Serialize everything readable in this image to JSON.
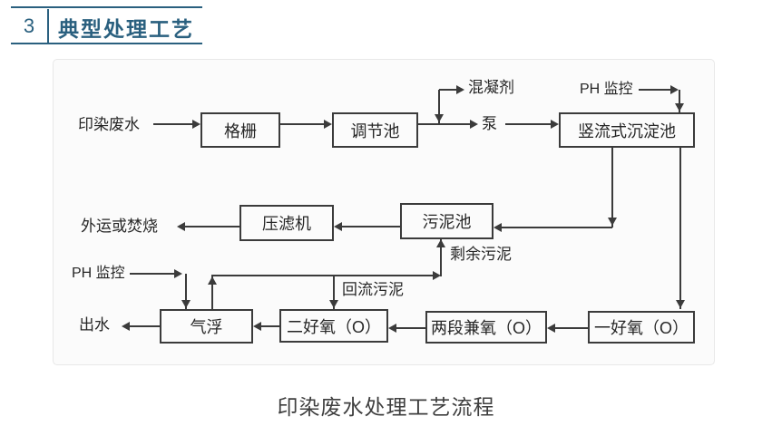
{
  "header": {
    "section_number": "3",
    "title": "典型处理工艺"
  },
  "flowchart": {
    "boxes": {
      "bar_screen": "格栅",
      "regulating_tank": "调节池",
      "vertical_flow_sedimentation_tank": "竖流式沉淀池",
      "filter_press": "压滤机",
      "sludge_tank": "污泥池",
      "air_flotation": "气浮",
      "second_aerobic": "二好氧（O）",
      "two_stage_facultative": "两段兼氧（O）",
      "first_aerobic": "一好氧（O）"
    },
    "labels": {
      "influent": "印染废水",
      "coagulant": "混凝剂",
      "pump": "泵",
      "ph_monitor_top": "PH 监控",
      "disposal": "外运或焚烧",
      "excess_sludge": "剩余污泥",
      "ph_monitor_bottom": "PH 监控",
      "return_sludge": "回流污泥",
      "effluent": "出水"
    },
    "caption": "印染废水处理工艺流程"
  },
  "colors": {
    "accent": "#2a607f",
    "line": "#3b3b3b"
  }
}
